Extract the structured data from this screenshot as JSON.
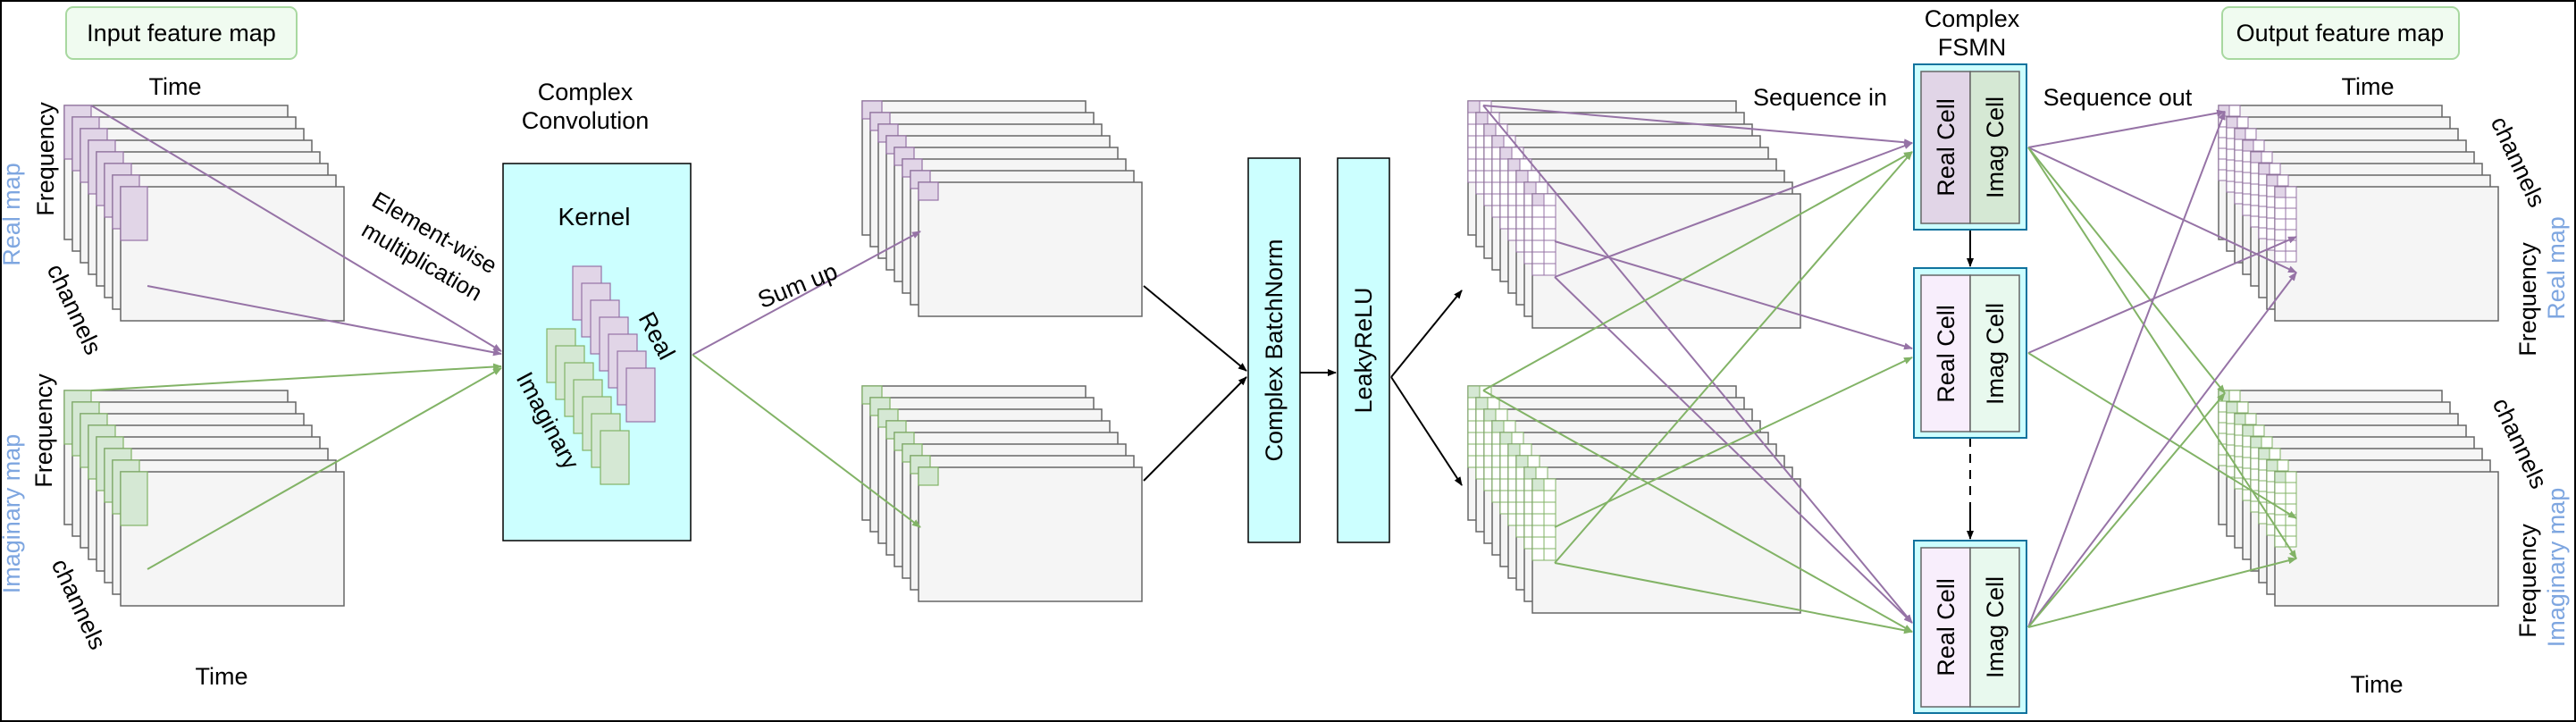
{
  "labels": {
    "input_map_title": "Input feature map",
    "output_map_title": "Output feature map",
    "time": "Time",
    "frequency": "Frequency",
    "channels": "channels",
    "real_map": "Real map",
    "imaginary_map": "Imaginary map",
    "complex_conv_line1": "Complex",
    "complex_conv_line2": "Convolution",
    "kernel": "Kernel",
    "real": "Real",
    "imaginary": "Imaginary",
    "elementwise_line1": "Element-wise",
    "elementwise_line2": "multiplication",
    "sum_up": "Sum up",
    "complex_batchnorm": "Complex BatchNorm",
    "leaky_relu": "LeakyReLU",
    "complex_fsmn_line1": "Complex",
    "complex_fsmn_line2": "FSMN",
    "sequence_in": "Sequence in",
    "sequence_out": "Sequence out",
    "real_cell": "Real Cell",
    "imag_cell": "Imag Cell"
  },
  "colors": {
    "purple": "#9673a6",
    "purple_fill": "#e1d5e7",
    "green": "#82b366",
    "green_fill": "#d5e8d4",
    "cyan_fill": "#ccffff",
    "cyan_border": "#10739e",
    "map_fill": "#f5f5f5",
    "map_border": "#666666",
    "blue_text": "#7ea6e0",
    "title_box_fill": "#f0fbf0",
    "title_box_border": "#a8d8a0",
    "cell_real_fill": "#f8eefc",
    "cell_imag_fill": "#e8f9ee"
  }
}
